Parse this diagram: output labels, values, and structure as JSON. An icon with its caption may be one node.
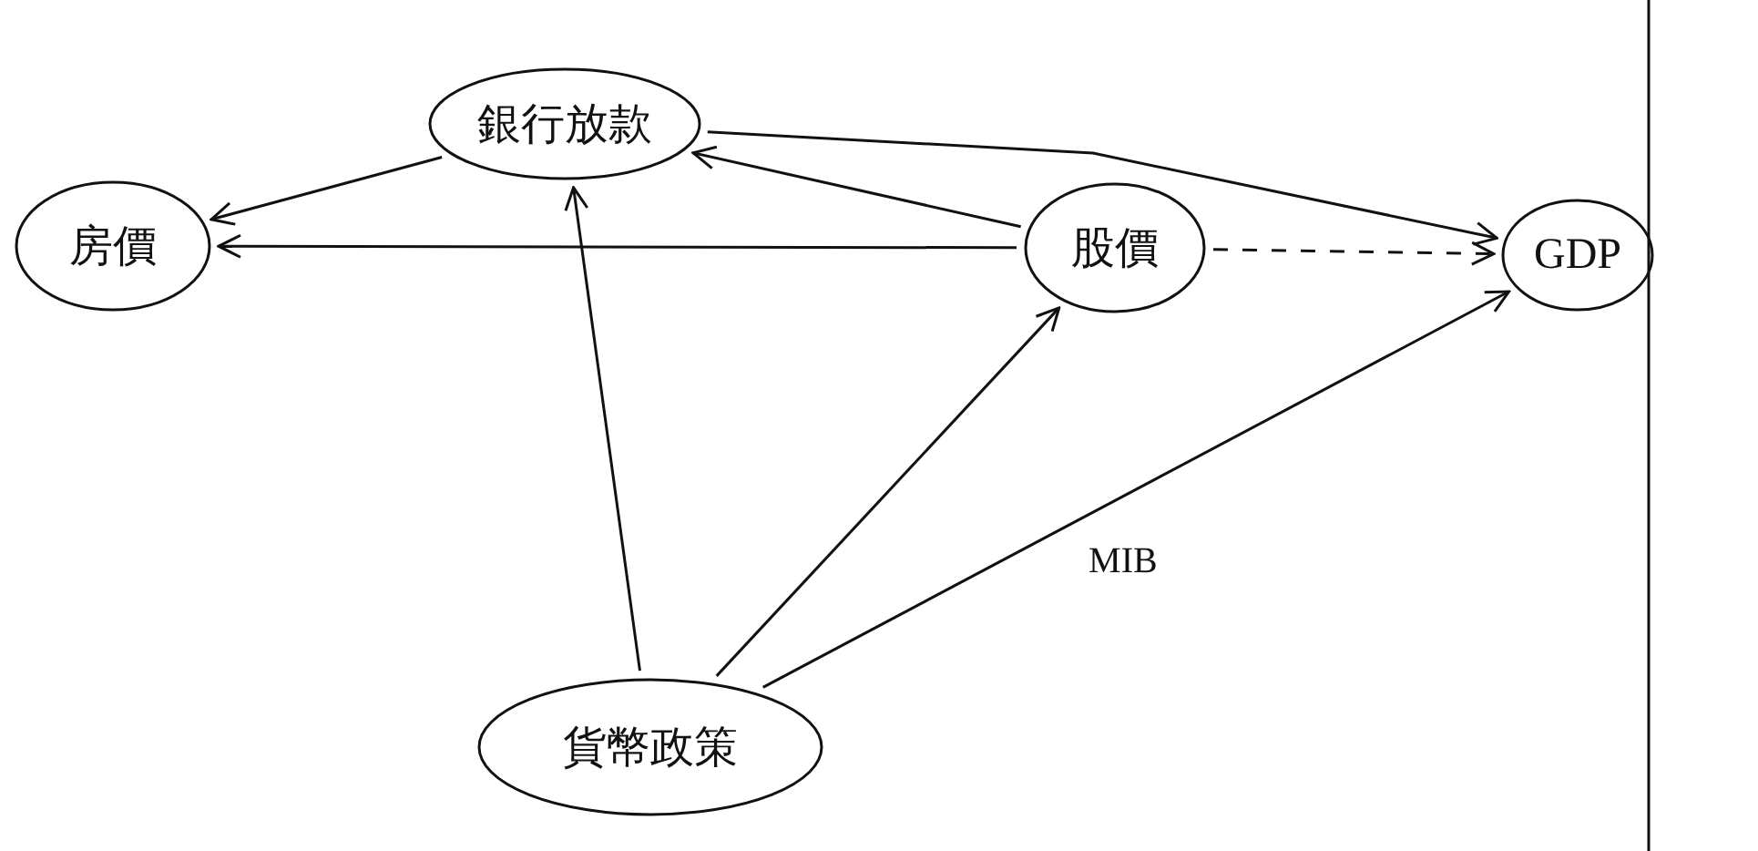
{
  "diagram": {
    "nodes": [
      {
        "text": [
          "銀行放款"
        ]
      },
      {
        "text": [
          "房價"
        ]
      },
      {
        "text": [
          "股價"
        ]
      },
      {
        "text": [
          "GDP"
        ]
      },
      {
        "text": [
          "貨幣政策"
        ]
      }
    ],
    "edges": [
      {
        "from": 0,
        "to": 1,
        "arrow": "to"
      },
      {
        "from": 0,
        "to": 3,
        "arrow": "to"
      },
      {
        "from": 2,
        "to": 0,
        "arrow": "to"
      },
      {
        "from": 2,
        "to": 1,
        "arrow": "to"
      },
      {
        "from": 2,
        "to": 3,
        "arrow": "to",
        "style": "dashed"
      },
      {
        "from": 4,
        "to": 0,
        "arrow": "to"
      },
      {
        "from": 4,
        "to": 2,
        "arrow": "to"
      },
      {
        "from": 4,
        "to": 3,
        "arrow": "to",
        "label": "MIB"
      }
    ]
  }
}
